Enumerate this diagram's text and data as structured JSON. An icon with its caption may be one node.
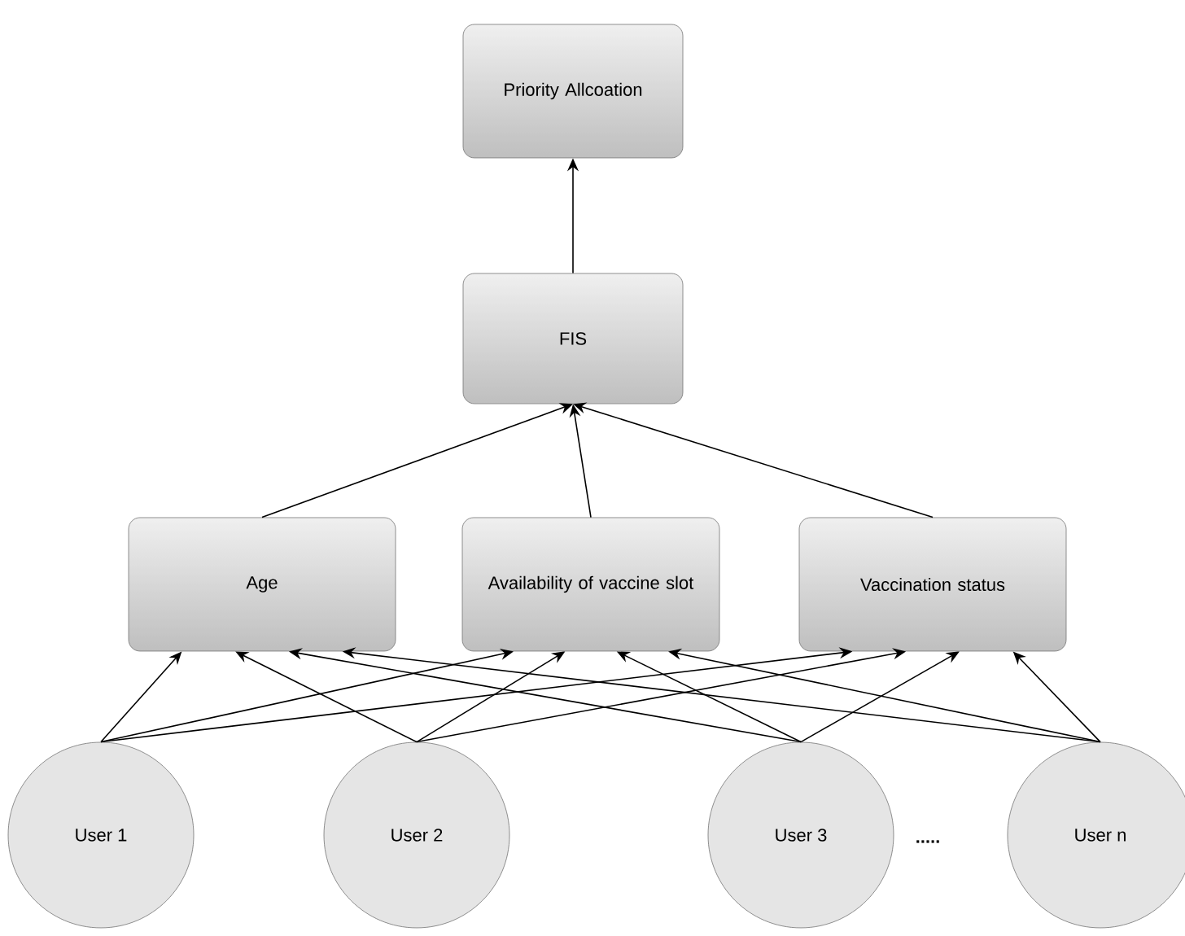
{
  "diagram": {
    "nodes": [
      {
        "text": [
          "Priority Allcoation"
        ]
      },
      {
        "text": [
          "FIS"
        ]
      },
      {
        "text": [
          "Age"
        ]
      },
      {
        "text": [
          "Availability of vaccine slot"
        ]
      },
      {
        "text": [
          "Vaccination status"
        ]
      },
      {
        "text": [
          "User 1"
        ]
      },
      {
        "text": [
          "User 2"
        ]
      },
      {
        "text": [
          "User 3"
        ]
      },
      {
        "text": [
          "User n"
        ]
      }
    ],
    "edges": [
      {
        "from": 1,
        "to": 0,
        "arrow": "to"
      },
      {
        "from": 2,
        "to": 1,
        "arrow": "to"
      },
      {
        "from": 3,
        "to": 1,
        "arrow": "to"
      },
      {
        "from": 4,
        "to": 1,
        "arrow": "to"
      },
      {
        "from": 5,
        "to": 2,
        "arrow": "to"
      },
      {
        "from": 5,
        "to": 3,
        "arrow": "to"
      },
      {
        "from": 5,
        "to": 4,
        "arrow": "to"
      },
      {
        "from": 6,
        "to": 2,
        "arrow": "to"
      },
      {
        "from": 6,
        "to": 3,
        "arrow": "to"
      },
      {
        "from": 6,
        "to": 4,
        "arrow": "to"
      },
      {
        "from": 7,
        "to": 2,
        "arrow": "to"
      },
      {
        "from": 7,
        "to": 3,
        "arrow": "to"
      },
      {
        "from": 7,
        "to": 4,
        "arrow": "to"
      },
      {
        "from": 8,
        "to": 2,
        "arrow": "to"
      },
      {
        "from": 8,
        "to": 3,
        "arrow": "to"
      },
      {
        "from": 8,
        "to": 4,
        "arrow": "to"
      }
    ],
    "labels": [
      "....."
    ]
  }
}
